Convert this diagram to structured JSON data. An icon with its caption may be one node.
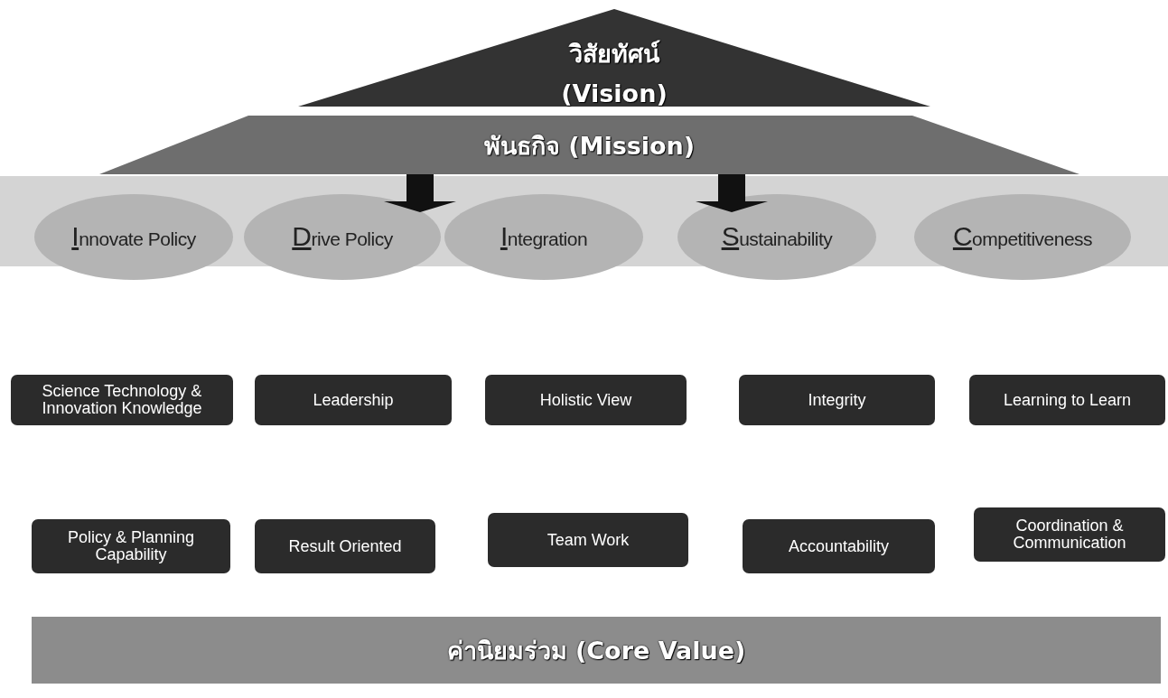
{
  "diagram": {
    "nodes": [
      {
        "text": [
          "วิสัยทัศน์ (Vision)"
        ]
      },
      {
        "text": [
          "พันธกิจ (Mission)"
        ]
      },
      {
        "text": [],
        "shape": "band"
      },
      {
        "text": [
          "Innovate Policy"
        ],
        "in": 2
      },
      {
        "text": [
          "Drive Policy"
        ],
        "in": 2
      },
      {
        "text": [
          "Integration"
        ],
        "in": 2
      },
      {
        "text": [
          "Sustainability"
        ],
        "in": 2
      },
      {
        "text": [
          "Competitiveness"
        ],
        "in": 2
      },
      {
        "text": [
          "Science  Technology & Innovation Knowledge"
        ]
      },
      {
        "text": [
          "Leadership"
        ]
      },
      {
        "text": [
          "Holistic View"
        ]
      },
      {
        "text": [
          "Integrity"
        ]
      },
      {
        "text": [
          "Learning to Learn"
        ]
      },
      {
        "text": [
          "Policy & Planning Capability"
        ]
      },
      {
        "text": [
          "Result Oriented"
        ]
      },
      {
        "text": [
          "Team Work"
        ]
      },
      {
        "text": [
          "Accountability"
        ]
      },
      {
        "text": [
          "Coordination & Communication"
        ]
      },
      {
        "text": [
          "ค่านิยมร่วม (Core Value)"
        ]
      }
    ],
    "edges": [
      {
        "from": 1,
        "to": 2,
        "arrow": "to"
      },
      {
        "from": 1,
        "to": 2,
        "arrow": "to"
      }
    ]
  }
}
